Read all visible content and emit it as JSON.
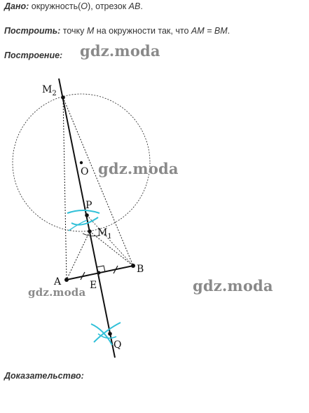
{
  "given": {
    "label": "Дано:",
    "text_1": " окружность(",
    "o": "O",
    "text_2": "), отрезок ",
    "ab": "AB",
    "text_3": "."
  },
  "construct": {
    "label": "Построить:",
    "text_1": " точку ",
    "m": "M",
    "text_2": " на окружности так, что ",
    "eq": "AM = BM",
    "text_3": "."
  },
  "construction": {
    "label": "Построение:"
  },
  "proof": {
    "label": "Доказательство:"
  },
  "watermarks": [
    "gdz.moda",
    "gdz.moda",
    "gdz.moda",
    "gdz.moda"
  ],
  "points": {
    "M2": "M",
    "M2_sub": "2",
    "O": "O",
    "P": "P",
    "M1": "M",
    "M1_sub": "1",
    "A": "A",
    "B": "B",
    "E": "E",
    "Q": "Q"
  },
  "colors": {
    "arc": "#30c0d8",
    "text": "#333333",
    "watermark": "#8a8a8a"
  }
}
